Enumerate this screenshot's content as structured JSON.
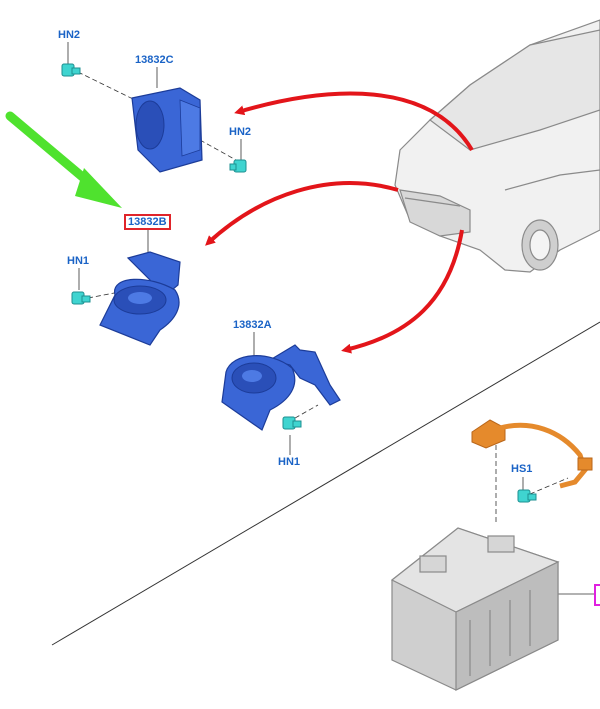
{
  "labels": {
    "hn2_top": "HN2",
    "c13832c": "13832C",
    "hn2_mid": "HN2",
    "c13832b": "13832B",
    "hn1_left": "HN1",
    "c13832a": "13832A",
    "hn1_bottom": "HN1",
    "hs1": "HS1"
  },
  "colors": {
    "part_blue": "#3a66d6",
    "fastener_cyan": "#3fd4d0",
    "arrow_red": "#e3151a",
    "arrow_green": "#4fe22e",
    "highlight_red": "#e0242a",
    "label_blue": "#1a63c6",
    "cable_orange": "#e58a2c",
    "battery_gray": "#c9c9c9",
    "magenta_marker": "#e020e0"
  }
}
